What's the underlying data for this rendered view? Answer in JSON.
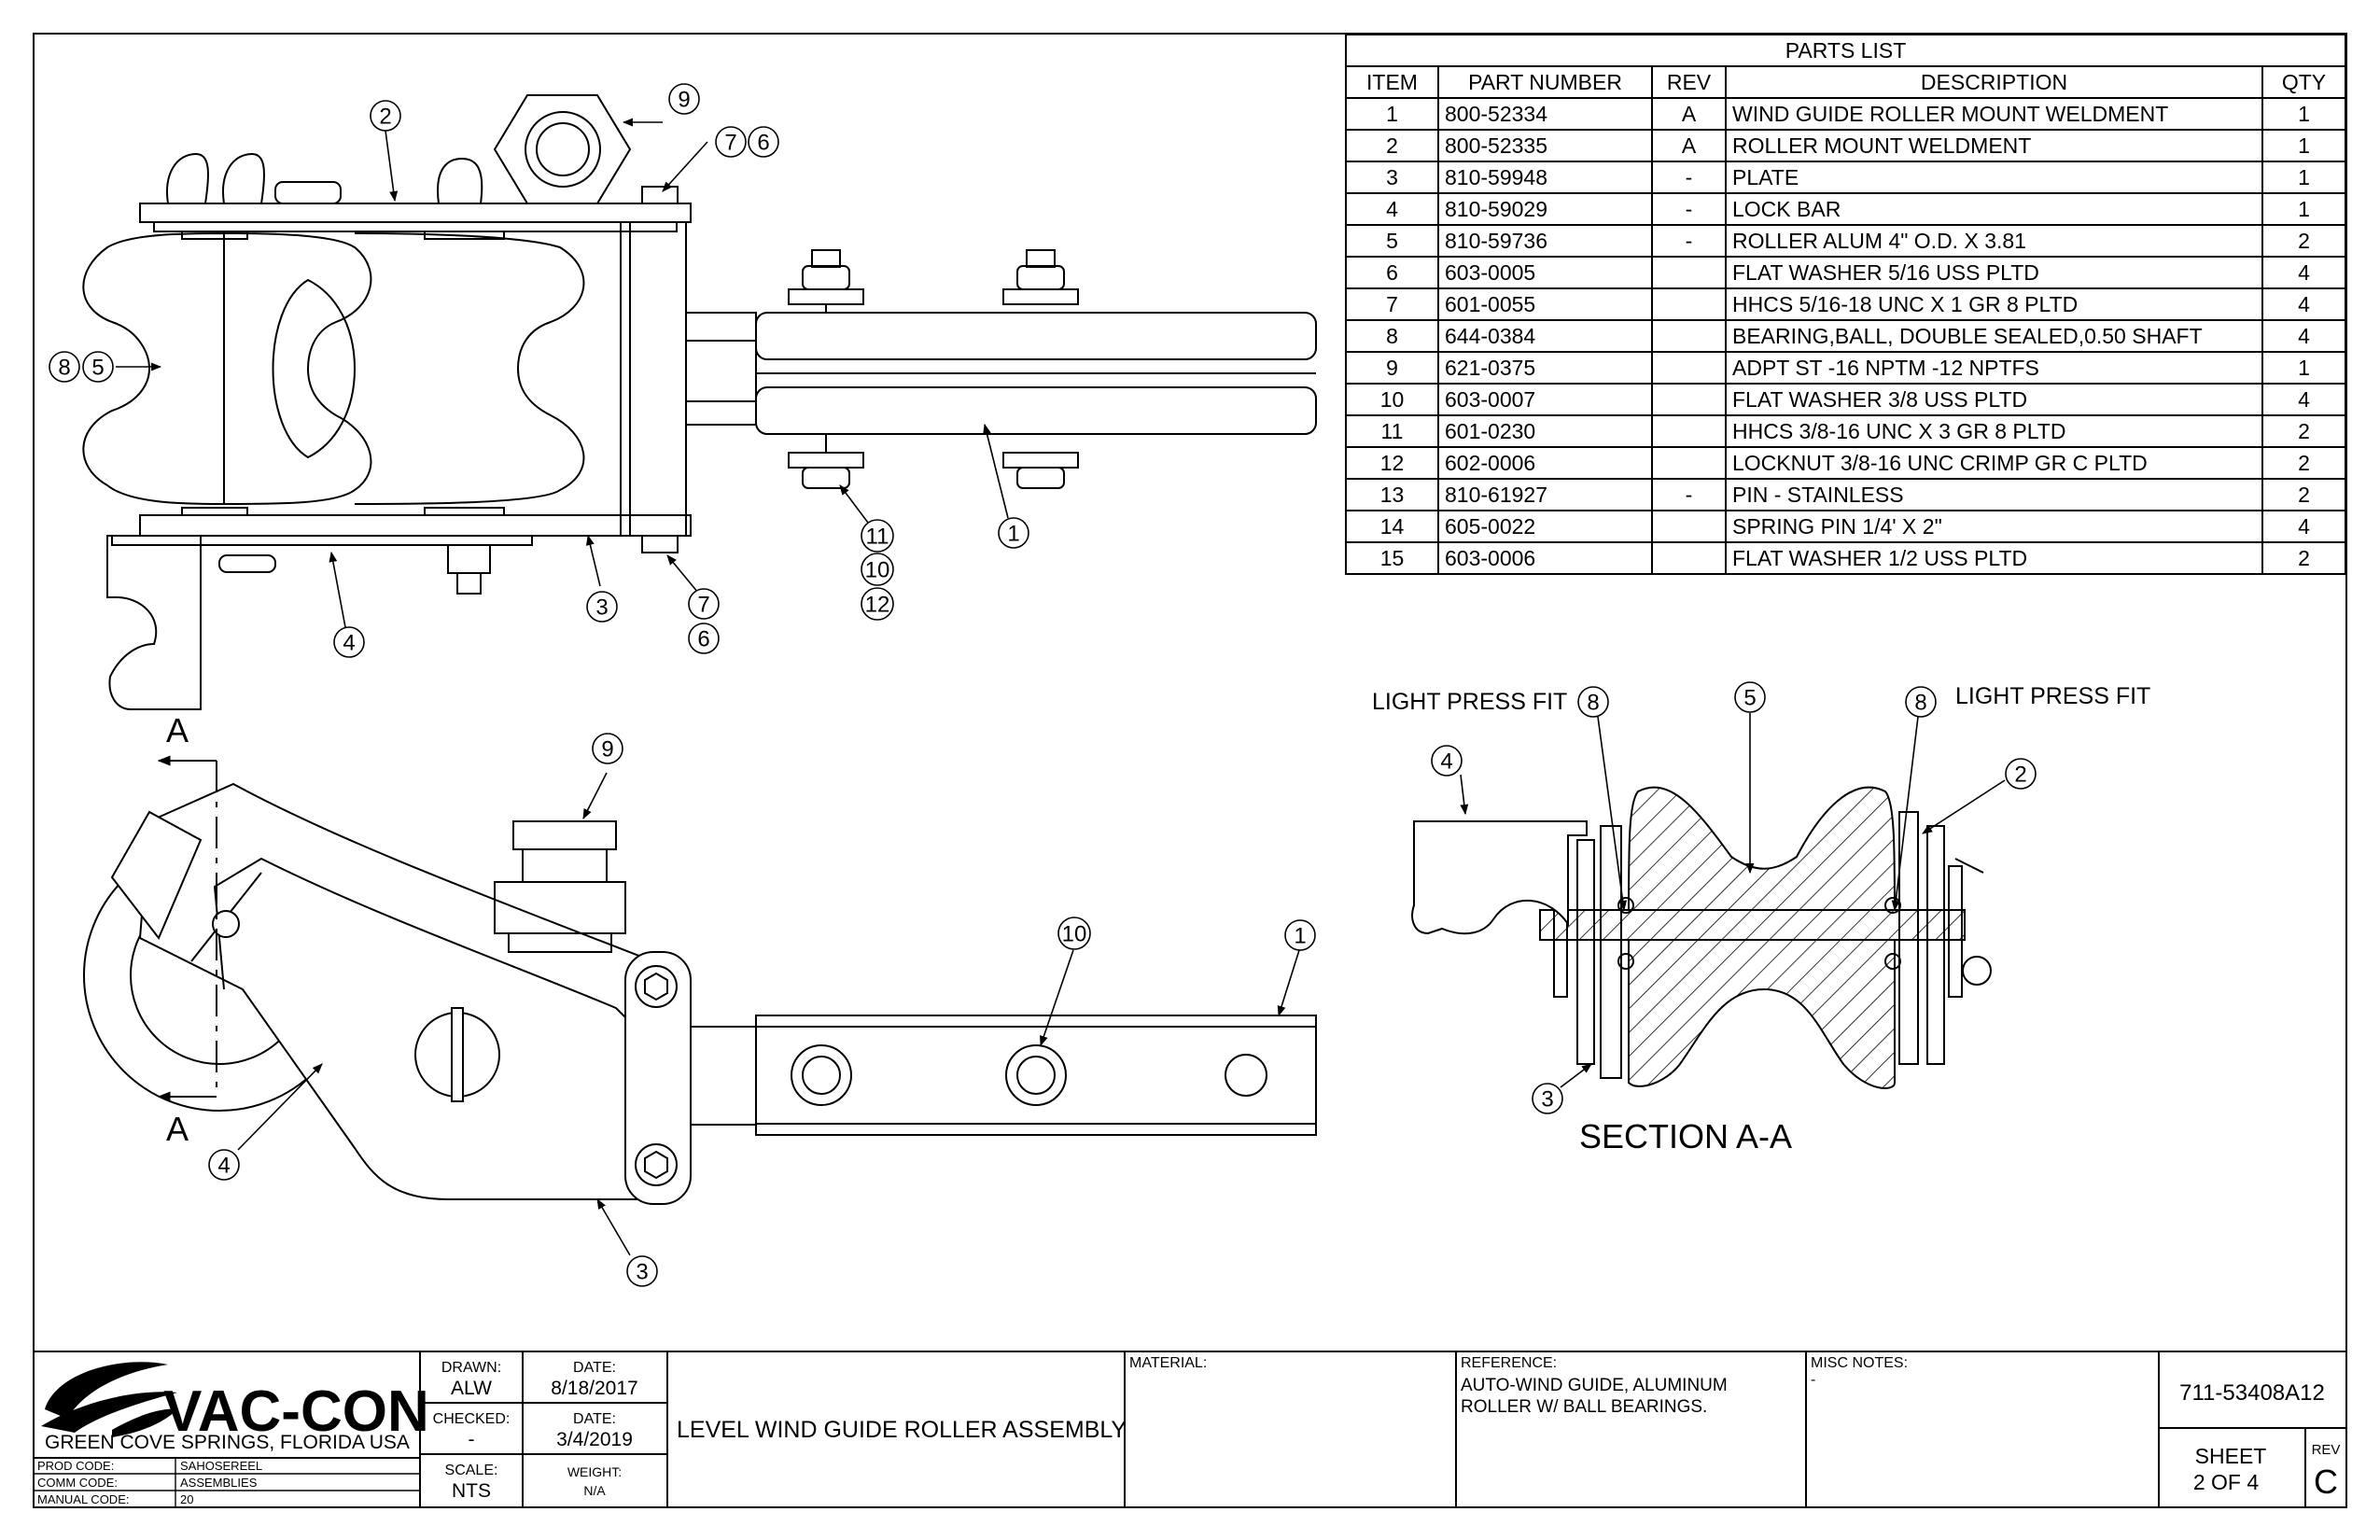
{
  "parts_list": {
    "title": "PARTS LIST",
    "headers": [
      "ITEM",
      "PART NUMBER",
      "REV",
      "DESCRIPTION",
      "QTY"
    ],
    "rows": [
      {
        "item": "1",
        "part": "800-52334",
        "rev": "A",
        "desc": "WIND GUIDE ROLLER MOUNT WELDMENT",
        "qty": "1"
      },
      {
        "item": "2",
        "part": "800-52335",
        "rev": "A",
        "desc": "ROLLER MOUNT WELDMENT",
        "qty": "1"
      },
      {
        "item": "3",
        "part": "810-59948",
        "rev": "-",
        "desc": "PLATE",
        "qty": "1"
      },
      {
        "item": "4",
        "part": "810-59029",
        "rev": "-",
        "desc": "LOCK BAR",
        "qty": "1"
      },
      {
        "item": "5",
        "part": "810-59736",
        "rev": "-",
        "desc": "ROLLER ALUM 4\" O.D. X 3.81",
        "qty": "2"
      },
      {
        "item": "6",
        "part": "603-0005",
        "rev": "",
        "desc": "FLAT WASHER 5/16 USS PLTD",
        "qty": "4"
      },
      {
        "item": "7",
        "part": "601-0055",
        "rev": "",
        "desc": "HHCS 5/16-18 UNC X 1 GR 8 PLTD",
        "qty": "4"
      },
      {
        "item": "8",
        "part": "644-0384",
        "rev": "",
        "desc": "BEARING,BALL, DOUBLE SEALED,0.50 SHAFT",
        "qty": "4"
      },
      {
        "item": "9",
        "part": "621-0375",
        "rev": "",
        "desc": "ADPT ST -16 NPTM -12 NPTFS",
        "qty": "1"
      },
      {
        "item": "10",
        "part": "603-0007",
        "rev": "",
        "desc": "FLAT WASHER 3/8 USS PLTD",
        "qty": "4"
      },
      {
        "item": "11",
        "part": "601-0230",
        "rev": "",
        "desc": "HHCS 3/8-16 UNC X 3 GR 8 PLTD",
        "qty": "2"
      },
      {
        "item": "12",
        "part": "602-0006",
        "rev": "",
        "desc": "LOCKNUT 3/8-16 UNC CRIMP GR C PLTD",
        "qty": "2"
      },
      {
        "item": "13",
        "part": "810-61927",
        "rev": "-",
        "desc": "PIN - STAINLESS",
        "qty": "2"
      },
      {
        "item": "14",
        "part": "605-0022",
        "rev": "",
        "desc": "SPRING PIN 1/4' X 2\"",
        "qty": "4"
      },
      {
        "item": "15",
        "part": "603-0006",
        "rev": "",
        "desc": "FLAT WASHER 1/2 USS PLTD",
        "qty": "2"
      }
    ]
  },
  "balloons": {
    "top_view": [
      "2",
      "9",
      "7",
      "6",
      "8",
      "5",
      "1",
      "11",
      "10",
      "12",
      "3",
      "4",
      "7",
      "6"
    ],
    "front_view": [
      "9",
      "10",
      "1",
      "4",
      "3"
    ],
    "section": [
      "4",
      "8",
      "5",
      "8",
      "2",
      "3"
    ]
  },
  "annotations": {
    "section_mark": "A",
    "light_press_fit": "LIGHT PRESS FIT",
    "section_title": "SECTION A-A"
  },
  "title_block": {
    "company": "VAC-CON",
    "location": "GREEN COVE SPRINGS, FLORIDA USA",
    "prod_code_label": "PROD CODE:",
    "prod_code": "SAHOSEREEL",
    "comm_code_label": "COMM CODE:",
    "comm_code": "ASSEMBLIES",
    "manual_code_label": "MANUAL CODE:",
    "manual_code": "20",
    "drawn_label": "DRAWN:",
    "drawn": "ALW",
    "drawn_date_label": "DATE:",
    "drawn_date": "8/18/2017",
    "checked_label": "CHECKED:",
    "checked": "-",
    "checked_date_label": "DATE:",
    "checked_date": "3/4/2019",
    "scale_label": "SCALE:",
    "scale": "NTS",
    "weight_label": "WEIGHT:",
    "weight": "N/A",
    "drawing_title": "LEVEL WIND GUIDE ROLLER ASSEMBLY",
    "material_label": "MATERIAL:",
    "reference_label": "REFERENCE:",
    "reference_1": "AUTO-WIND GUIDE, ALUMINUM",
    "reference_2": "ROLLER W/ BALL BEARINGS.",
    "misc_label": "MISC NOTES:",
    "misc": "-",
    "drawing_number": "711-53408A12",
    "sheet_label": "SHEET",
    "sheet": "2  OF 4",
    "rev_label": "REV",
    "rev": "C"
  }
}
